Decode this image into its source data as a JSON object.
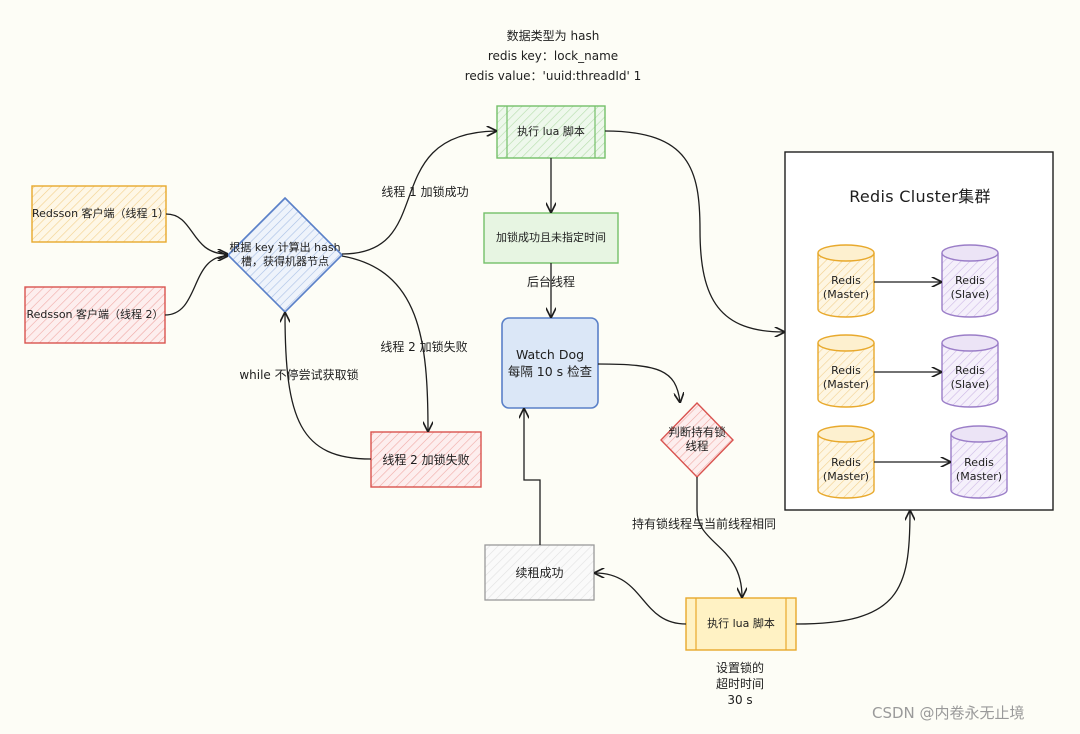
{
  "top_note": {
    "line1": "数据类型为 hash",
    "line2": "redis key：lock_name",
    "line3": "redis value：'uuid:threadId' 1"
  },
  "nodes": {
    "client1": "Redsson 客户端（线程 1）",
    "client2": "Redsson 客户端（线程 2）",
    "hash_decision_l1": "根据 key 计算出 hash",
    "hash_decision_l2": "槽，获得机器节点",
    "lua_top": "执行 lua 脚本",
    "lock_success": "加锁成功且未指定时间",
    "watchdog_l1": "Watch Dog",
    "watchdog_l2": "每隔 10 s 检查",
    "thread2_fail": "线程 2 加锁失败",
    "check_owner_l1": "判断持有锁",
    "check_owner_l2": "线程",
    "renew_success": "续租成功",
    "lua_bottom": "执行 lua 脚本"
  },
  "edge_labels": {
    "thread1_success": "线程 1 加锁成功",
    "thread2_fail": "线程  2 加锁失败",
    "retry": "while 不停尝试获取锁",
    "background": "后台线程",
    "same_thread": "持有锁线程与当前线程相同",
    "timeout_l1": "设置锁的",
    "timeout_l2": "超时时间",
    "timeout_l3": "30 s"
  },
  "cluster": {
    "title": "Redis Cluster集群",
    "nodes": [
      {
        "label_l1": "Redis",
        "label_l2": "(Master)"
      },
      {
        "label_l1": "Redis",
        "label_l2": "(Slave)"
      },
      {
        "label_l1": "Redis",
        "label_l2": "(Master)"
      },
      {
        "label_l1": "Redis",
        "label_l2": "(Slave)"
      },
      {
        "label_l1": "Redis",
        "label_l2": "(Master)"
      },
      {
        "label_l1": "Redis",
        "label_l2": "(Master)"
      }
    ]
  },
  "watermark": "CSDN @内卷永无止境",
  "colors": {
    "yellow_stroke": "#e8a92c",
    "yellow_fill": "#fdf0cf",
    "red_stroke": "#d9534f",
    "red_fill": "#fbe2e0",
    "blue_stroke": "#5a80c8",
    "blue_fill": "#dbe7f7",
    "green_stroke": "#74c069",
    "green_fill": "#e7f5e2",
    "purple_stroke": "#9b7ec8",
    "purple_fill": "#ece4f6",
    "gray_stroke": "#9a9a9a",
    "cream_fill": "#fff2c4"
  }
}
